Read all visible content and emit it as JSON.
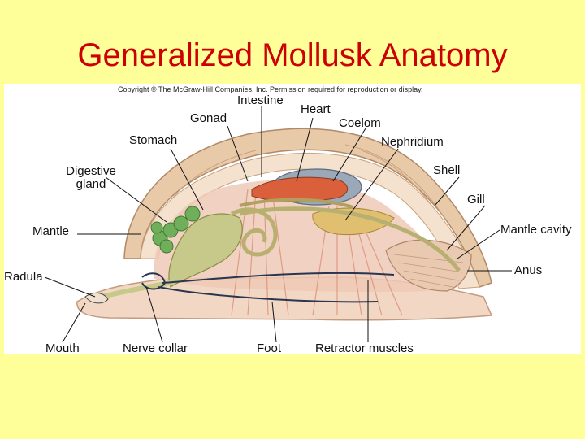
{
  "title": "Generalized Mollusk Anatomy",
  "copyright": "Copyright © The McGraw-Hill Companies, Inc. Permission required for reproduction or display.",
  "labels": {
    "intestine": "Intestine",
    "heart": "Heart",
    "gonad": "Gonad",
    "coelom": "Coelom",
    "stomach": "Stomach",
    "nephridium": "Nephridium",
    "digestive_gland_1": "Digestive",
    "digestive_gland_2": "gland",
    "shell": "Shell",
    "gill": "Gill",
    "mantle": "Mantle",
    "mantle_cavity": "Mantle cavity",
    "radula": "Radula",
    "anus": "Anus",
    "mouth": "Mouth",
    "nerve_collar": "Nerve collar",
    "foot": "Foot",
    "retractor_muscles": "Retractor muscles"
  },
  "colors": {
    "background": "#ffff99",
    "title": "#cc0000",
    "shell": "#e8c9a8",
    "body": "#f2d8c4",
    "muscle": "#e3a990",
    "gut": "#c7c98a",
    "digestive_gland": "#6fae5a",
    "heart": "#d9603a",
    "coelom": "#9aa8b8",
    "nerve": "#2a3550"
  }
}
